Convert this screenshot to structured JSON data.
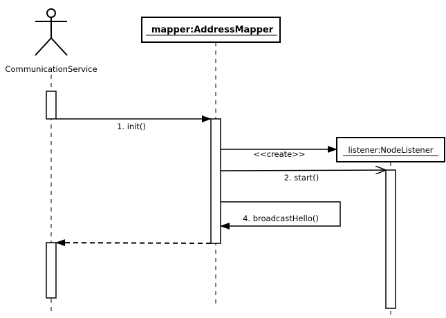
{
  "participants": {
    "actor": {
      "name": "CommunicationService"
    },
    "mapper": {
      "name": "mapper:AddressMapper"
    },
    "listener": {
      "name": "listener:NodeListener"
    }
  },
  "messages": {
    "init": "1. init()",
    "create": "<<create>>",
    "start": "2. start()",
    "broadcast": "4. broadcastHello()"
  }
}
